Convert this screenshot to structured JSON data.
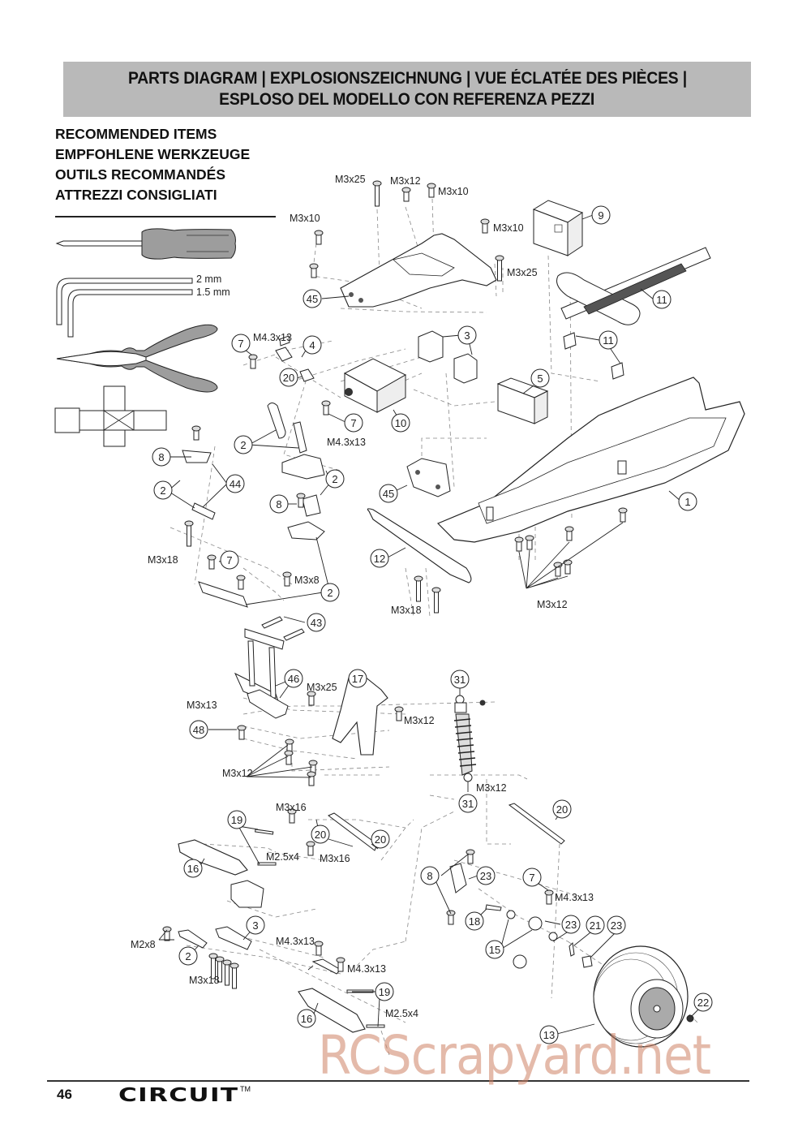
{
  "header": {
    "title_line1": "PARTS DIAGRAM | EXPLOSIONSZEICHNUNG | VUE ÉCLATÉE DES PIÈCES |",
    "title_line2": "ESPLOSO DEL MODELLO CON REFERENZA PEZZI"
  },
  "recommended": {
    "headings": [
      "RECOMMENDED ITEMS",
      "EMPFOHLENE WERKZEUGE",
      "OUTILS RECOMMANDÉS",
      "ATTREZZI CONSIGLIATI"
    ],
    "tools": [
      {
        "name": "screwdriver-icon"
      },
      {
        "name": "hex-wrench-icon",
        "sizes": [
          "2 mm",
          "1.5 mm"
        ]
      },
      {
        "name": "pliers-icon"
      },
      {
        "name": "cross-wrench-icon"
      }
    ]
  },
  "callouts": [
    {
      "id": "1"
    },
    {
      "id": "2"
    },
    {
      "id": "3"
    },
    {
      "id": "4"
    },
    {
      "id": "5"
    },
    {
      "id": "7"
    },
    {
      "id": "8"
    },
    {
      "id": "9"
    },
    {
      "id": "10"
    },
    {
      "id": "11"
    },
    {
      "id": "12"
    },
    {
      "id": "13"
    },
    {
      "id": "15"
    },
    {
      "id": "16"
    },
    {
      "id": "17"
    },
    {
      "id": "18"
    },
    {
      "id": "19"
    },
    {
      "id": "20"
    },
    {
      "id": "21"
    },
    {
      "id": "22"
    },
    {
      "id": "23"
    },
    {
      "id": "31"
    },
    {
      "id": "43"
    },
    {
      "id": "44"
    },
    {
      "id": "45"
    },
    {
      "id": "46"
    },
    {
      "id": "48"
    }
  ],
  "screw_labels": {
    "m3x25": "M3x25",
    "m3x12": "M3x12",
    "m3x10": "M3x10",
    "m3x18": "M3x18",
    "m3x8": "M3x8",
    "m3x13": "M3x13",
    "m3x16": "M3x16",
    "m43x13": "M4.3x13",
    "m25x4": "M2.5x4",
    "m2x8": "M2x8"
  },
  "footer": {
    "page_number": "46",
    "brand": "CIRCUIT",
    "trademark": "TM"
  },
  "watermark": "RCScrapyard.net"
}
